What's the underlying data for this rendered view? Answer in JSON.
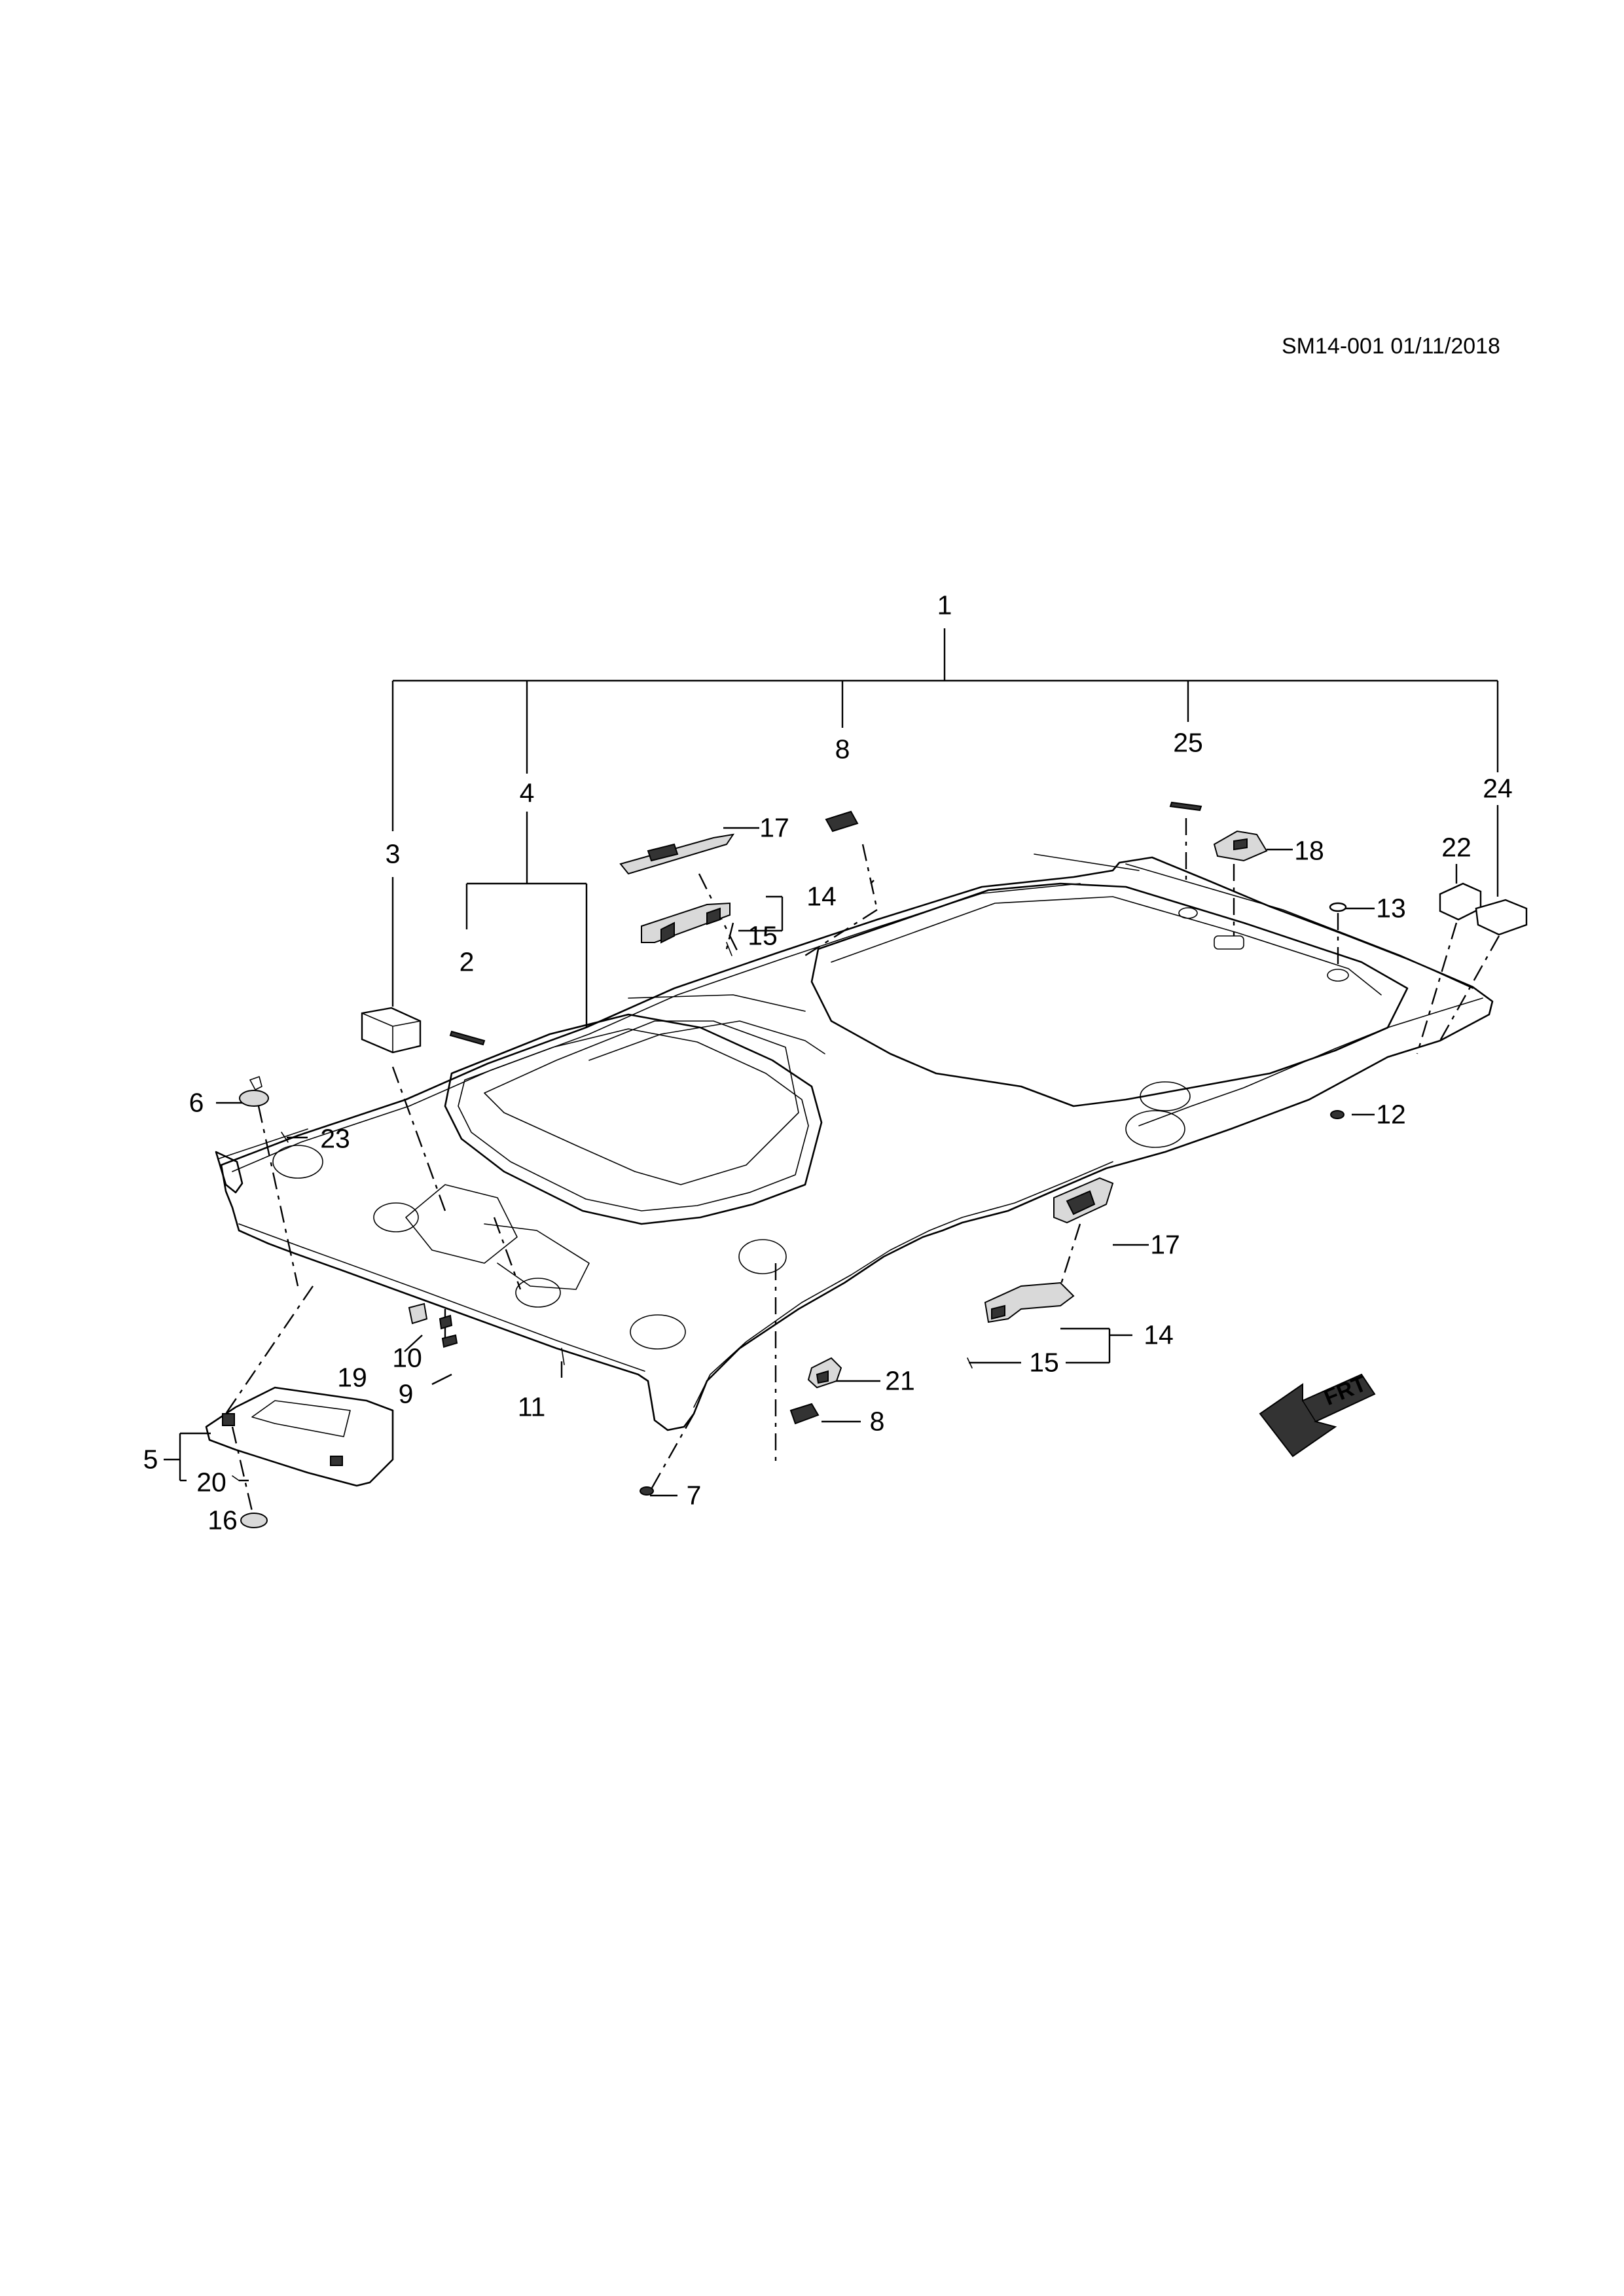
{
  "drawing_code": "SM14-001 01/11/2018",
  "direction_marker": "FRT",
  "callouts": [
    {
      "id": "c1",
      "text": "1"
    },
    {
      "id": "c2",
      "text": "2"
    },
    {
      "id": "c3",
      "text": "3"
    },
    {
      "id": "c4",
      "text": "4"
    },
    {
      "id": "c5",
      "text": "5"
    },
    {
      "id": "c6",
      "text": "6"
    },
    {
      "id": "c7",
      "text": "7"
    },
    {
      "id": "c8a",
      "text": "8"
    },
    {
      "id": "c8b",
      "text": "8"
    },
    {
      "id": "c9",
      "text": "9"
    },
    {
      "id": "c10",
      "text": "10"
    },
    {
      "id": "c11",
      "text": "11"
    },
    {
      "id": "c12",
      "text": "12"
    },
    {
      "id": "c13",
      "text": "13"
    },
    {
      "id": "c14a",
      "text": "14"
    },
    {
      "id": "c14b",
      "text": "14"
    },
    {
      "id": "c15a",
      "text": "15"
    },
    {
      "id": "c15b",
      "text": "15"
    },
    {
      "id": "c16",
      "text": "16"
    },
    {
      "id": "c17a",
      "text": "17"
    },
    {
      "id": "c17b",
      "text": "17"
    },
    {
      "id": "c18",
      "text": "18"
    },
    {
      "id": "c19",
      "text": "19"
    },
    {
      "id": "c20",
      "text": "20"
    },
    {
      "id": "c21",
      "text": "21"
    },
    {
      "id": "c22",
      "text": "22"
    },
    {
      "id": "c23",
      "text": "23"
    },
    {
      "id": "c24",
      "text": "24"
    },
    {
      "id": "c25",
      "text": "25"
    }
  ]
}
